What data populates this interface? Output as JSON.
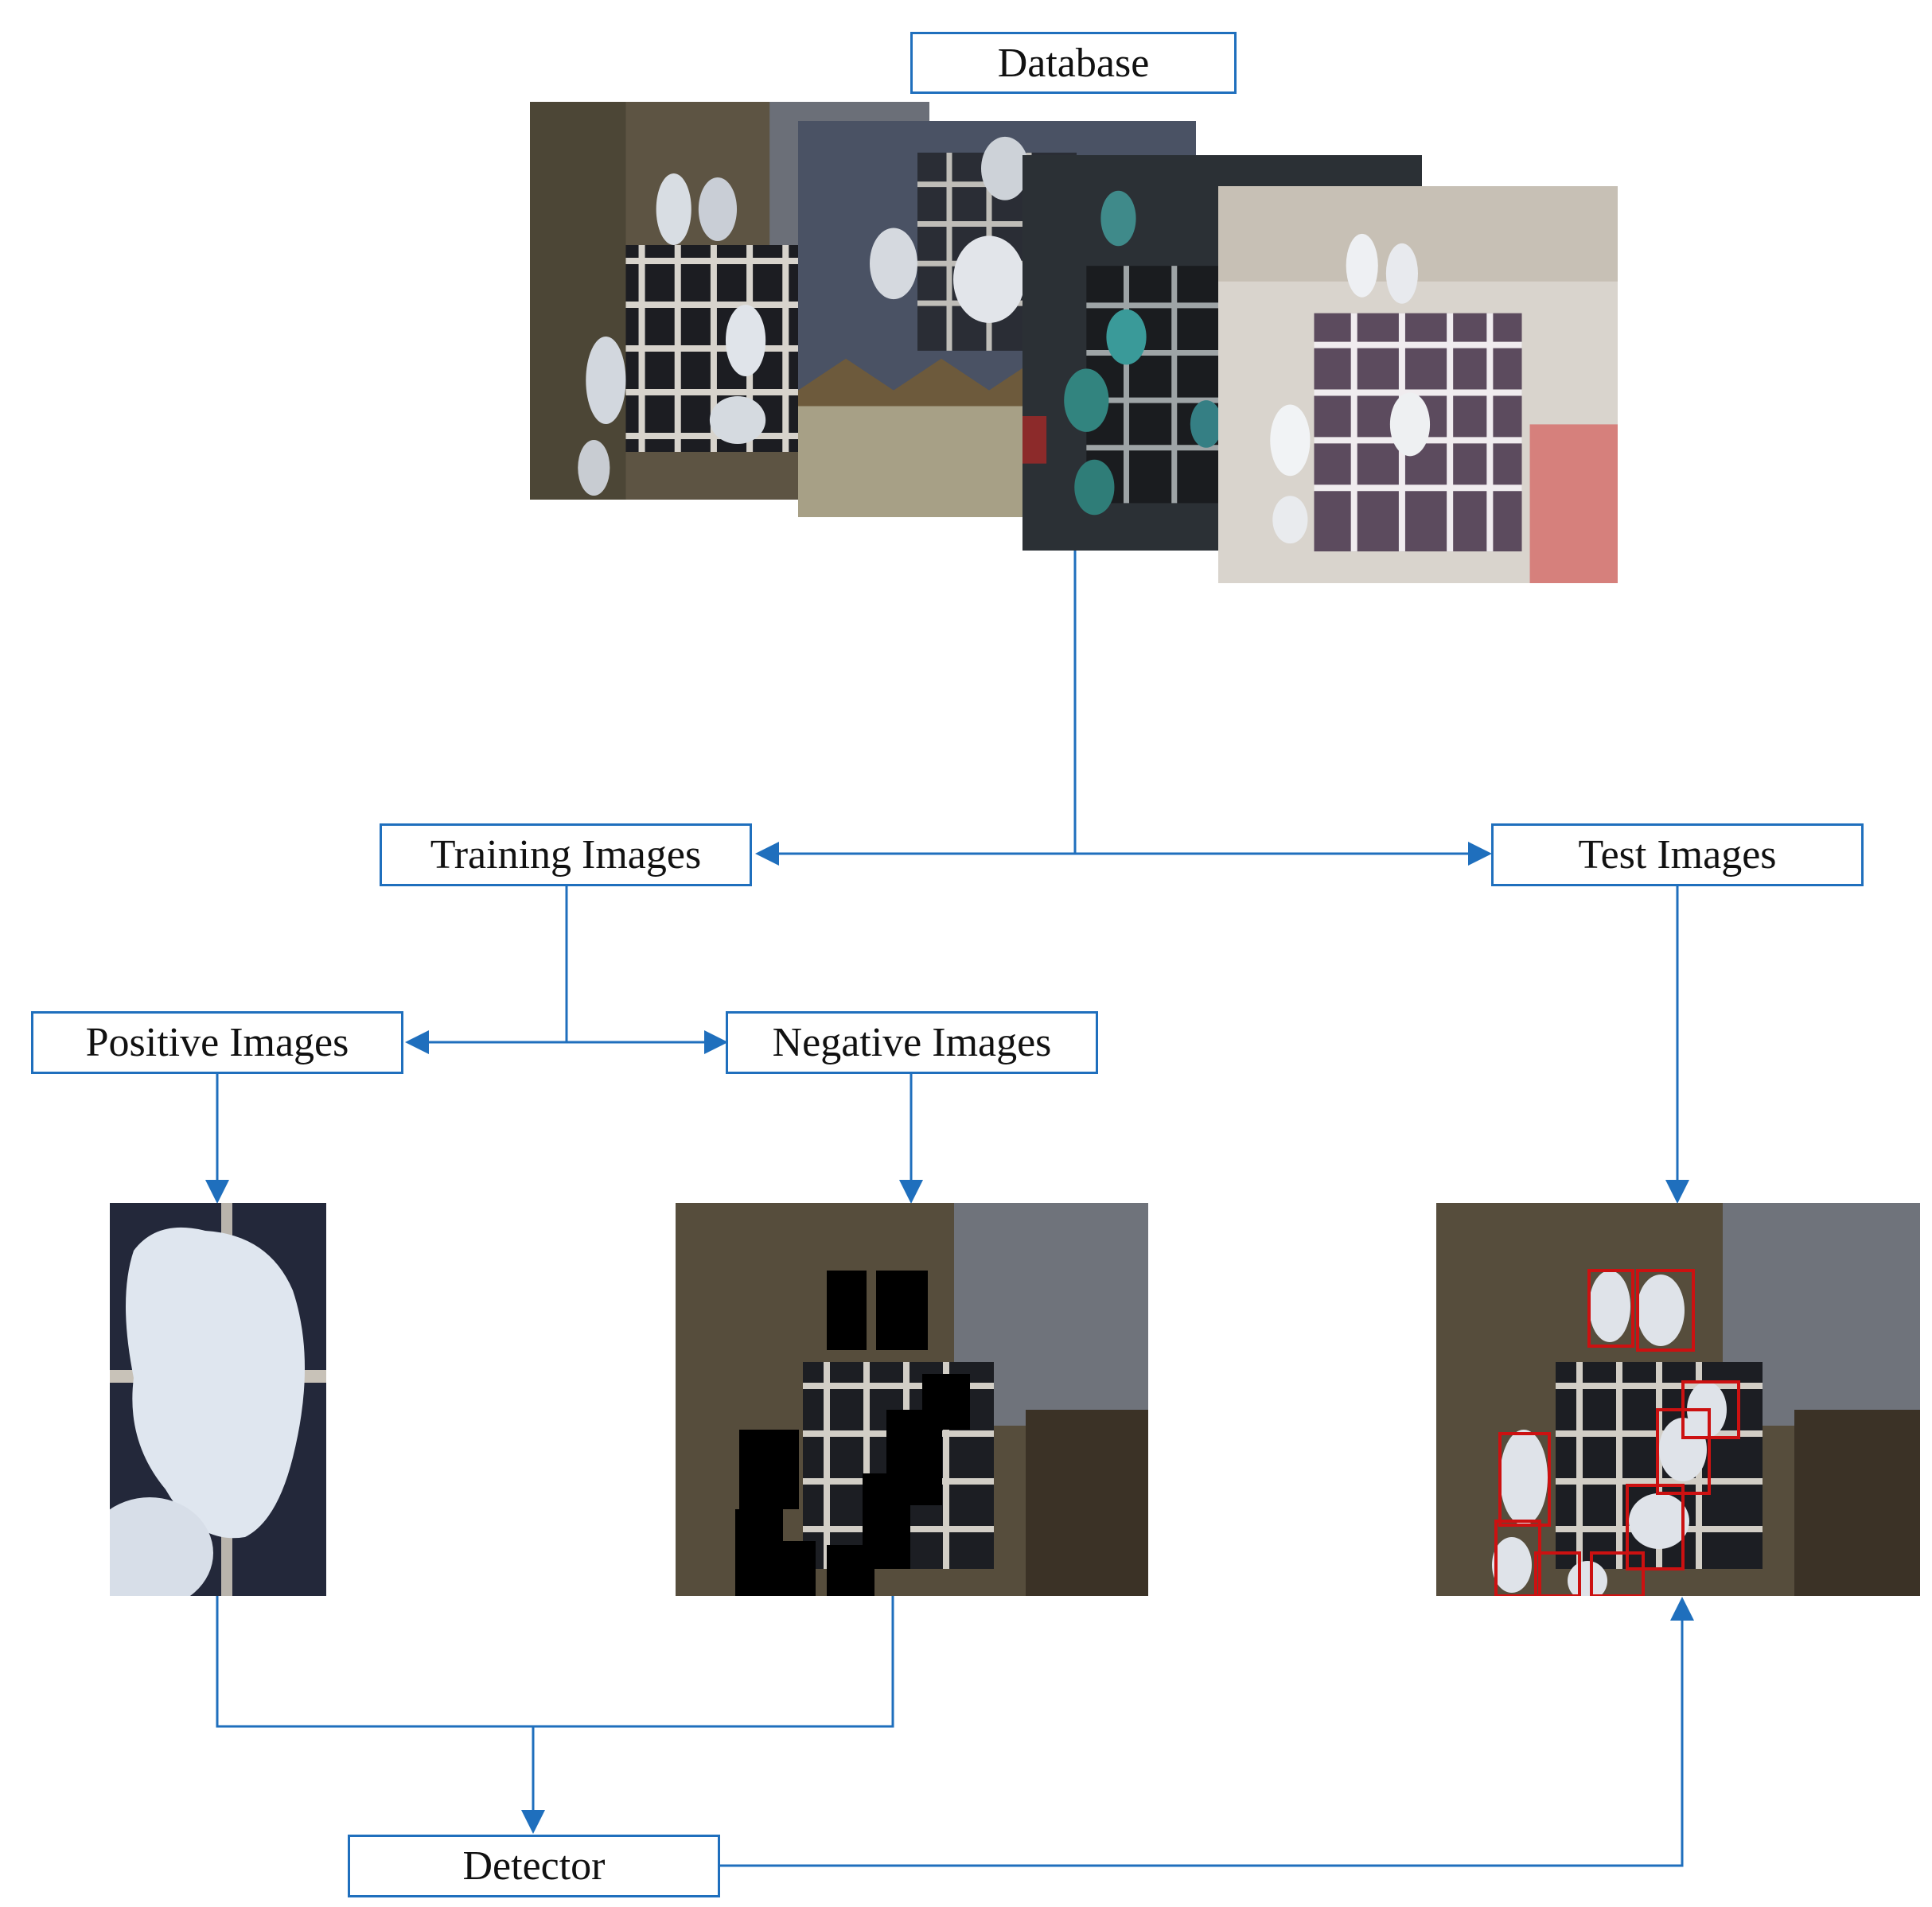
{
  "nodes": {
    "database": "Database",
    "training": "Training Images",
    "test": "Test Images",
    "positive": "Positive Images",
    "negative": "Negative Images",
    "detector": "Detector"
  },
  "colors": {
    "connector": "#1f6fbd",
    "detection_box": "#cc1111",
    "mask": "#000000"
  }
}
